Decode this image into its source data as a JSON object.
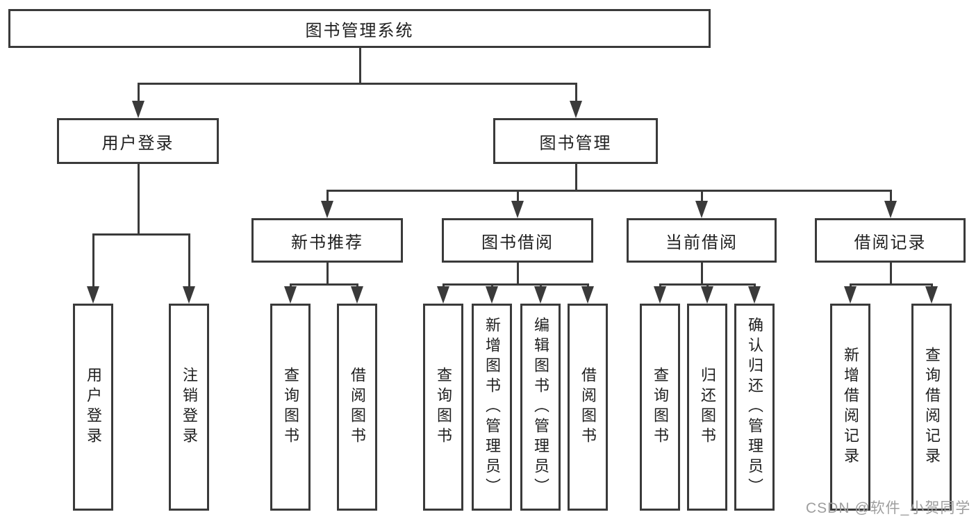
{
  "diagram": {
    "root": {
      "label": "图书管理系统"
    },
    "level2": [
      {
        "label": "用户登录"
      },
      {
        "label": "图书管理"
      }
    ],
    "level3": [
      {
        "label": "新书推荐"
      },
      {
        "label": "图书借阅"
      },
      {
        "label": "当前借阅"
      },
      {
        "label": "借阅记录"
      }
    ],
    "leaves": {
      "login": [
        {
          "label": "用户登录"
        },
        {
          "label": "注销登录"
        }
      ],
      "newbook": [
        {
          "label": "查询图书"
        },
        {
          "label": "借阅图书"
        }
      ],
      "borrow": [
        {
          "label": "查询图书"
        },
        {
          "label": "新增图书（管理员）"
        },
        {
          "label": "编辑图书（管理员）"
        },
        {
          "label": "借阅图书"
        }
      ],
      "current": [
        {
          "label": "查询图书"
        },
        {
          "label": "归还图书"
        },
        {
          "label": "确认归还（管理员）"
        }
      ],
      "record": [
        {
          "label": "新增借阅记录"
        },
        {
          "label": "查询借阅记录"
        }
      ]
    }
  },
  "watermark": {
    "text": "CSDN @软件_小贺同学"
  },
  "colors": {
    "line": "#3a3a3a",
    "text": "#1f1f1f",
    "watermark": "#9e9e9e",
    "background": "#ffffff"
  }
}
